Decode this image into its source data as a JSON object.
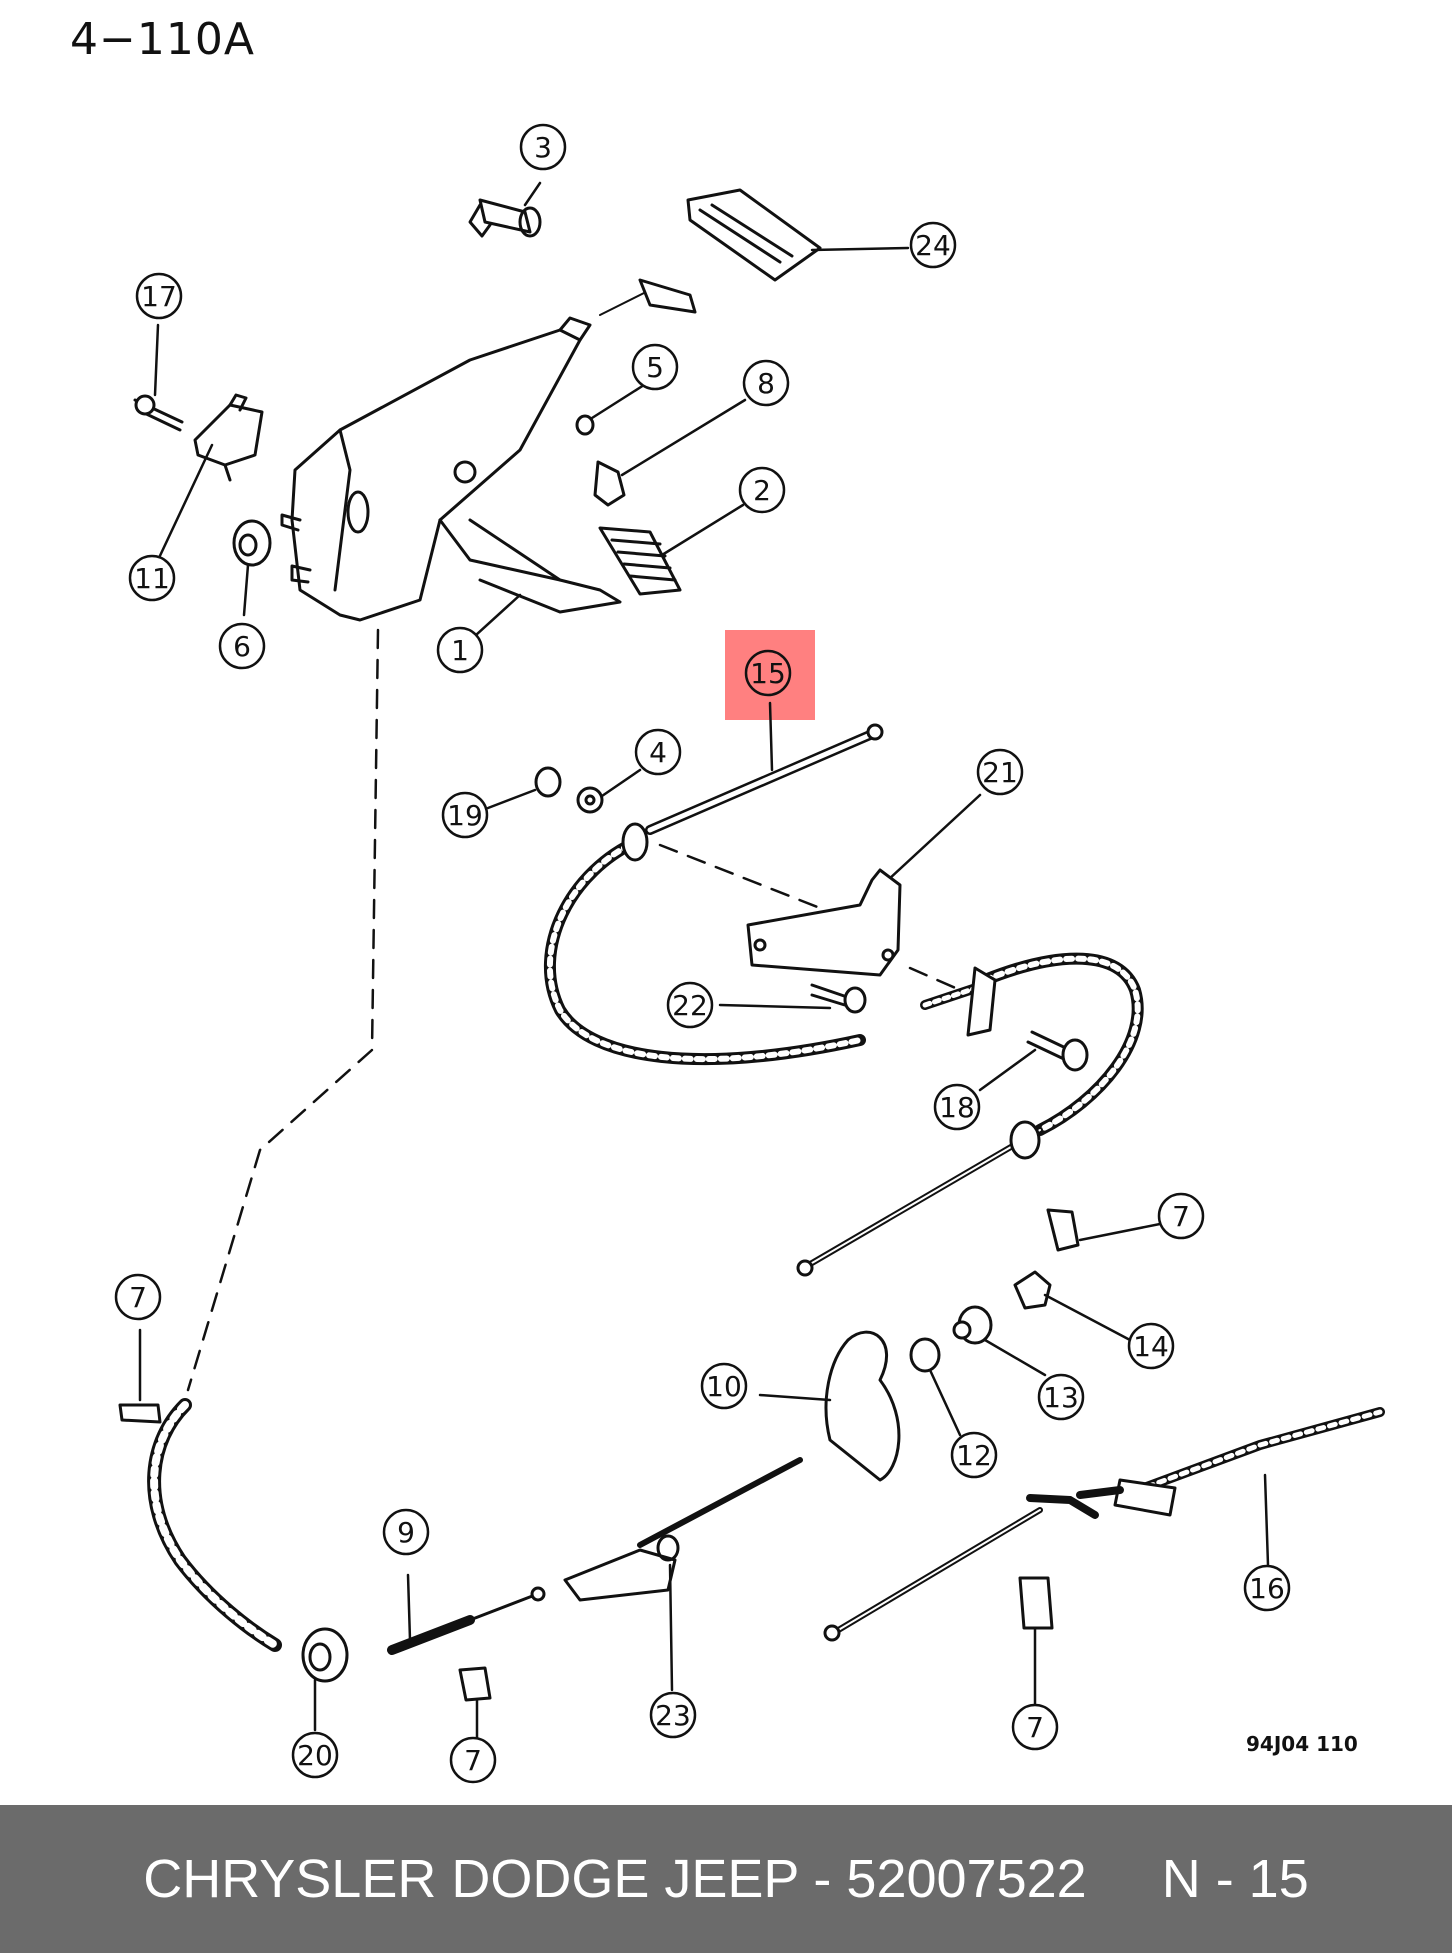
{
  "diagram": {
    "page_ref": "4−110A",
    "figure_code": "94J04  110",
    "highlight_color": "#ff8080",
    "callouts": [
      {
        "id": "c1",
        "label": "1"
      },
      {
        "id": "c2",
        "label": "2"
      },
      {
        "id": "c3",
        "label": "3"
      },
      {
        "id": "c4",
        "label": "4"
      },
      {
        "id": "c5",
        "label": "5"
      },
      {
        "id": "c6",
        "label": "6"
      },
      {
        "id": "c7a",
        "label": "7"
      },
      {
        "id": "c7b",
        "label": "7"
      },
      {
        "id": "c7c",
        "label": "7"
      },
      {
        "id": "c7d",
        "label": "7"
      },
      {
        "id": "c8",
        "label": "8"
      },
      {
        "id": "c9",
        "label": "9"
      },
      {
        "id": "c10",
        "label": "10"
      },
      {
        "id": "c11",
        "label": "11"
      },
      {
        "id": "c12",
        "label": "12"
      },
      {
        "id": "c13",
        "label": "13"
      },
      {
        "id": "c14",
        "label": "14"
      },
      {
        "id": "c15",
        "label": "15",
        "highlighted": true
      },
      {
        "id": "c16",
        "label": "16"
      },
      {
        "id": "c17",
        "label": "17"
      },
      {
        "id": "c18",
        "label": "18"
      },
      {
        "id": "c19",
        "label": "19"
      },
      {
        "id": "c20",
        "label": "20"
      },
      {
        "id": "c21",
        "label": "21"
      },
      {
        "id": "c22",
        "label": "22"
      },
      {
        "id": "c23",
        "label": "23"
      },
      {
        "id": "c24",
        "label": "24"
      }
    ]
  },
  "footer": {
    "text": "CHRYSLER DODGE JEEP - 52007522     N - 15",
    "background": "#6b6b6b"
  }
}
